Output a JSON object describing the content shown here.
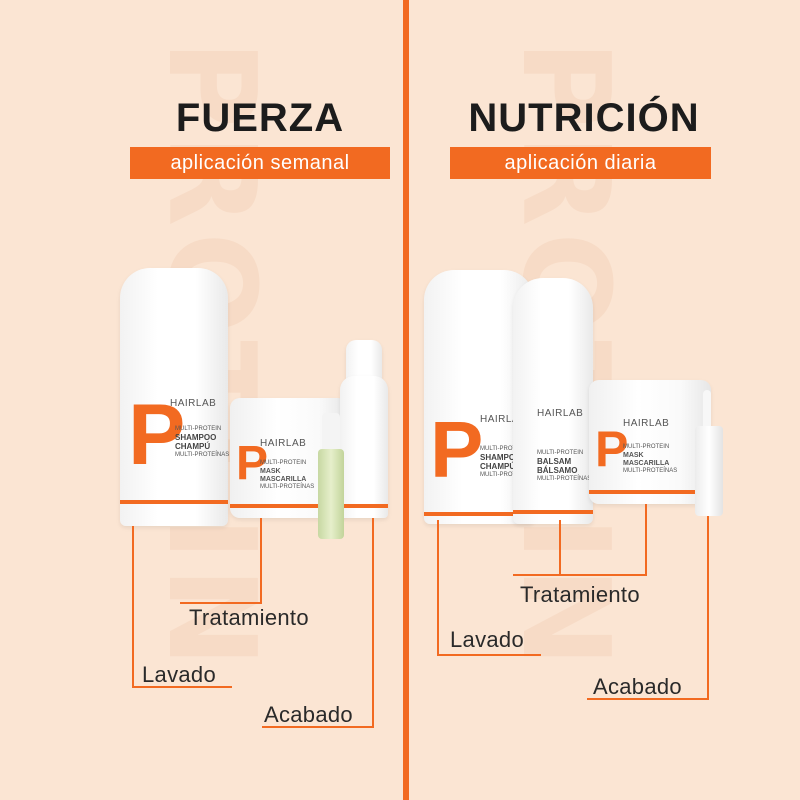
{
  "colors": {
    "background": "#fbe5d3",
    "accent": "#f26a21",
    "text": "#1c1c1c"
  },
  "left": {
    "title": "FUERZA",
    "subtitle": "aplicación semanal",
    "labels": {
      "tratamiento": "Tratamiento",
      "lavado": "Lavado",
      "acabado": "Acabado"
    },
    "products": {
      "brand": "HAIRLAB",
      "shampoo": {
        "line1": "MULTI-PROTEIN",
        "line2": "SHAMPOO",
        "line3": "CHAMPÚ",
        "line4": "MULTI-PROTEÍNAS"
      },
      "mask": {
        "line1": "MULTI-PROTEIN",
        "line2": "MASK",
        "line3": "MASCARILLA",
        "line4": "MULTI-PROTEÍNAS"
      }
    }
  },
  "right": {
    "title": "NUTRICIÓN",
    "subtitle": "aplicación diaria",
    "labels": {
      "tratamiento": "Tratamiento",
      "lavado": "Lavado",
      "acabado": "Acabado"
    },
    "products": {
      "brand": "HAIRLAB",
      "shampoo": {
        "line1": "MULTI-PROTEIN",
        "line2": "SHAMPOO",
        "line3": "CHAMPÚ",
        "line4": "MULTI-PROTEÍNAS"
      },
      "balsam": {
        "line1": "MULTI-PROTEIN",
        "line2": "BALSAM",
        "line3": "BÁLSAMO",
        "line4": "MULTI-PROTEÍNAS"
      },
      "mask": {
        "line1": "MULTI-PROTEIN",
        "line2": "MASK",
        "line3": "MASCARILLA",
        "line4": "MULTI-PROTEÍNAS"
      }
    }
  }
}
